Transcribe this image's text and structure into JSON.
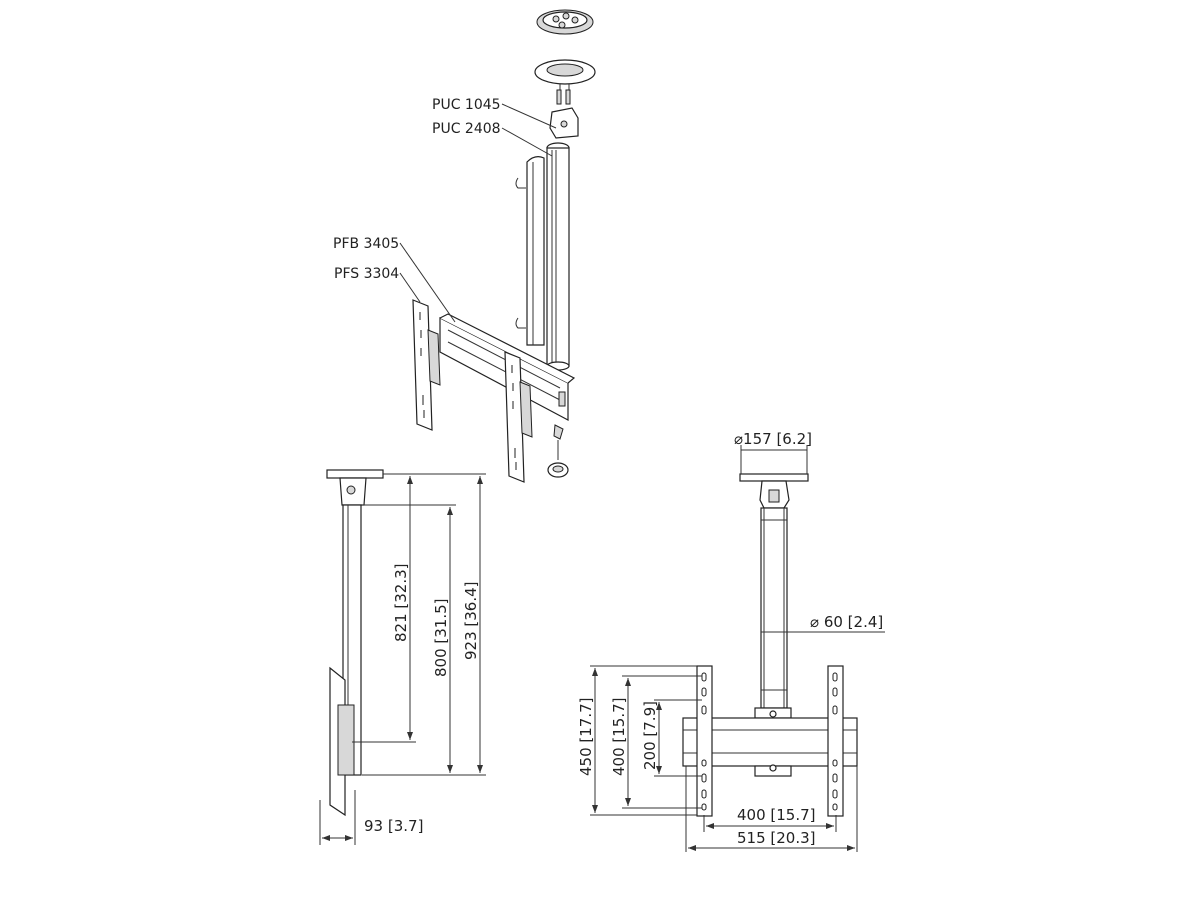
{
  "exploded_view": {
    "part_labels": [
      "PUC 1045",
      "PUC 2408",
      "PFB 3405",
      "PFS 3304"
    ]
  },
  "side_view": {
    "dimensions": [
      {
        "value": "821",
        "inch": "32.3"
      },
      {
        "value": "800",
        "inch": "31.5"
      },
      {
        "value": "923",
        "inch": "36.4"
      },
      {
        "value": "93",
        "inch": "3.7"
      }
    ]
  },
  "front_view": {
    "diameter_plate": {
      "symbol": "⌀",
      "value": "157",
      "inch": "6.2"
    },
    "diameter_pole": {
      "symbol": "⌀",
      "value": "60",
      "inch": "2.4"
    },
    "dimensions": [
      {
        "value": "450",
        "inch": "17.7"
      },
      {
        "value": "400",
        "inch": "15.7"
      },
      {
        "value": "200",
        "inch": "7.9"
      },
      {
        "value": "400",
        "inch": "15.7"
      },
      {
        "value": "515",
        "inch": "20.3"
      }
    ]
  }
}
